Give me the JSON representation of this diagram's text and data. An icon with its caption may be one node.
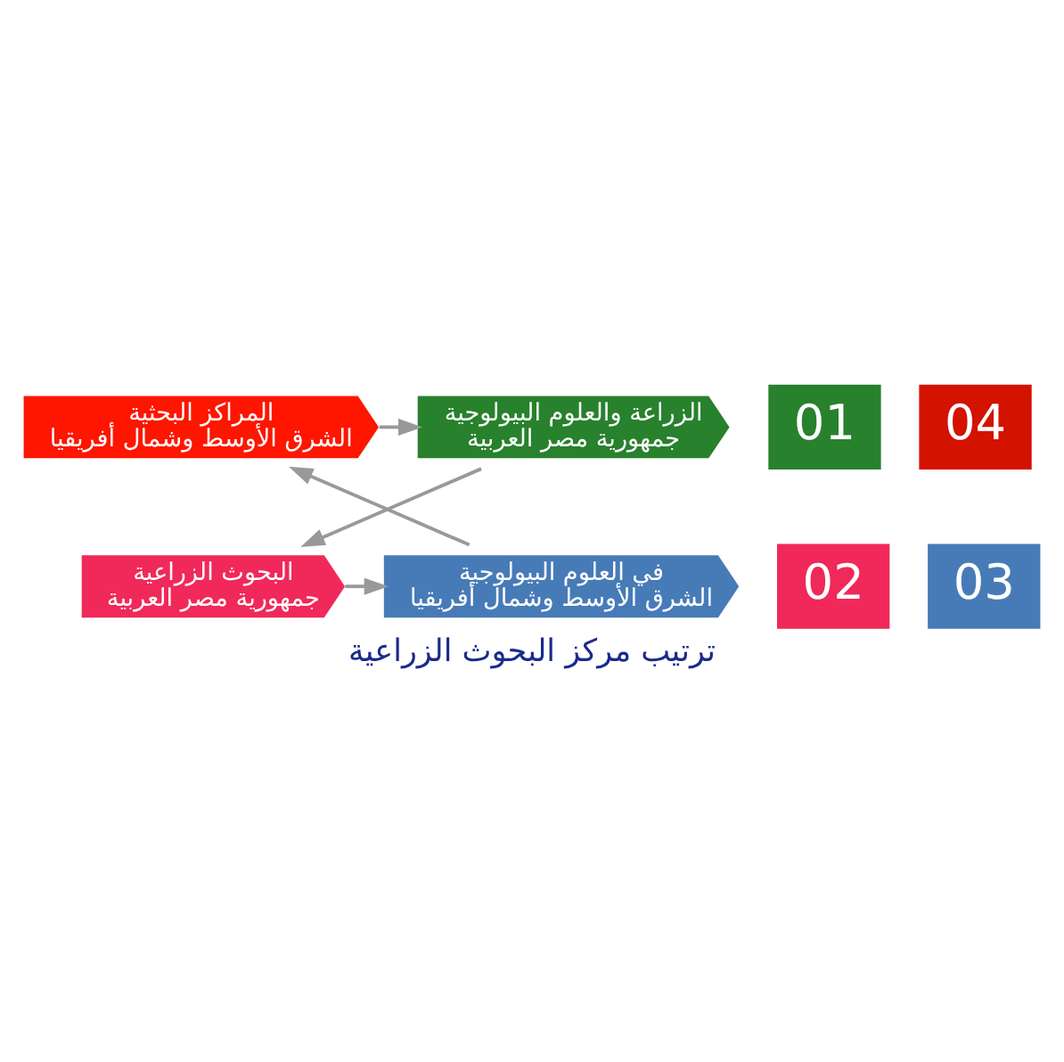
{
  "diagram": {
    "title": "ترتيب مركز البحوث الزراعية",
    "nodes": [
      {
        "text": [
          "المراكز البحثية",
          "الشرق الأوسط وشمال أفريقيا"
        ]
      },
      {
        "text": [
          "الزراعة والعلوم البيولوجية",
          "جمهورية مصر العربية"
        ]
      },
      {
        "text": [
          "01"
        ]
      },
      {
        "text": [
          "04"
        ]
      },
      {
        "text": [
          "02"
        ]
      },
      {
        "text": [
          "03"
        ]
      },
      {
        "text": [
          "في العلوم البيولوجية",
          "الشرق الأوسط وشمال أفريقيا"
        ]
      },
      {
        "text": [
          "البحوث الزراعية",
          "جمهورية مصر العربية"
        ]
      }
    ],
    "edges": [
      {
        "from": 0,
        "to": 1,
        "arrow": "to"
      },
      {
        "from": 1,
        "to": 7,
        "arrow": "to"
      },
      {
        "from": 7,
        "to": 6,
        "arrow": "to"
      },
      {
        "from": 6,
        "to": 0,
        "arrow": "to"
      }
    ]
  }
}
